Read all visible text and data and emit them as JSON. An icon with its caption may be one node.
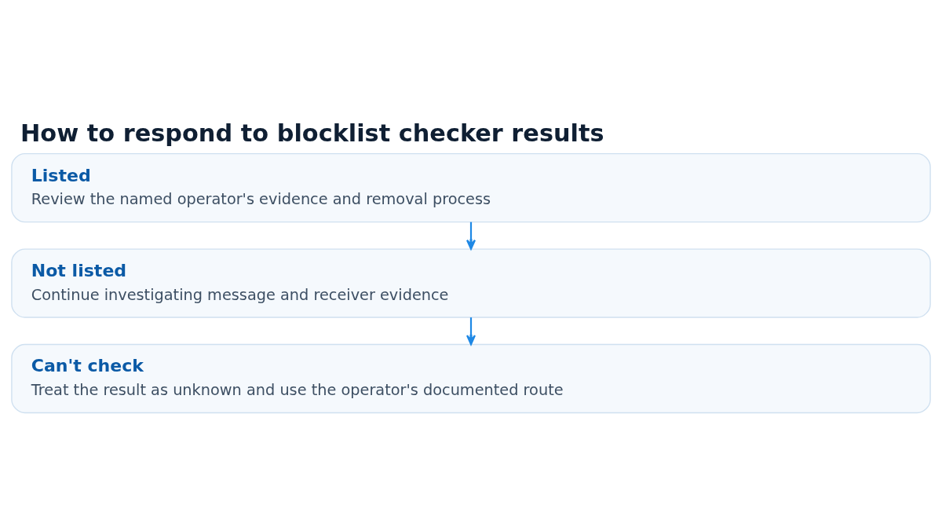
{
  "diagram": {
    "title": "How to respond to blocklist checker results",
    "nodes": [
      {
        "text": [
          "Listed",
          "Review the named operator's evidence and removal process"
        ]
      },
      {
        "text": [
          "Not listed",
          "Continue investigating message and receiver evidence"
        ]
      },
      {
        "text": [
          "Can't check",
          "Treat the result as unknown and use the operator's documented route"
        ]
      }
    ],
    "edges": [
      {
        "from": 0,
        "to": 1,
        "arrow": "to"
      },
      {
        "from": 1,
        "to": 2,
        "arrow": "to"
      }
    ]
  }
}
